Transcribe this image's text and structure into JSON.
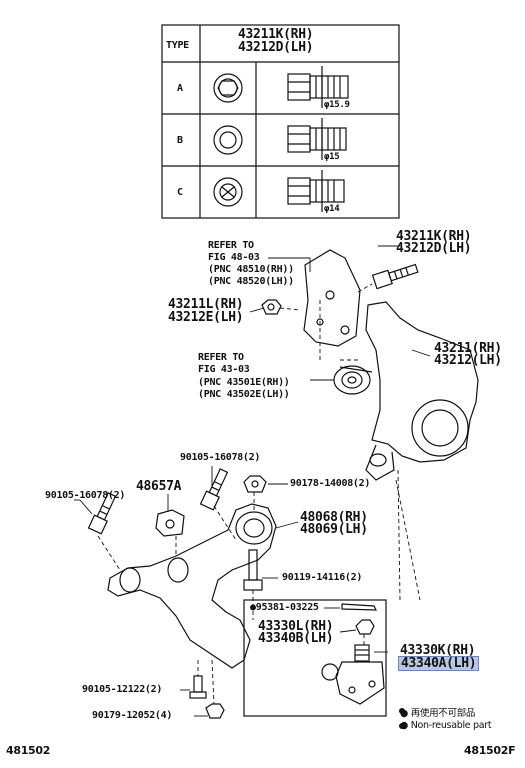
{
  "table": {
    "header_type": "TYPE",
    "header_part_rh": "43211K(RH)",
    "header_part_lh": "43212D(LH)",
    "rows": [
      {
        "type": "A",
        "dimension": "φ15.9"
      },
      {
        "type": "B",
        "dimension": "φ15"
      },
      {
        "type": "C",
        "dimension": "φ14"
      }
    ]
  },
  "callouts": {
    "refer_fig48": [
      "REFER TO",
      "FIG 48-03",
      "(PNC 48510(RH))",
      "(PNC 48520(LH))"
    ],
    "bolt_top_rh": "43211K(RH)",
    "bolt_top_lh": "43212D(LH)",
    "nut_rh": "43211L(RH)",
    "nut_lh": "43212E(LH)",
    "knuckle_rh": "43211(RH)",
    "knuckle_lh": "43212(LH)",
    "refer_fig43": [
      "REFER TO",
      "FIG 43-03",
      "(PNC 43501E(RH))",
      "(PNC 43502E(LH))"
    ],
    "p90105_16078_top": "90105-16078(2)",
    "p48657a": "48657A",
    "p90105_16078_left": "90105-16078(2)",
    "p90178": "90178-14008(2)",
    "arm_rh": "48068(RH)",
    "arm_lh": "48069(LH)",
    "p90119": "90119-14116(2)",
    "p95381": "●95381-03225",
    "ball_rh": "43330L(RH)",
    "ball_lh": "43340B(LH)",
    "ball_assy_rh": "43330K(RH)",
    "ball_assy_lh": "43340A(LH)",
    "p90105_12122": "90105-12122(2)",
    "p90179": "90179-12052(4)"
  },
  "legend": {
    "line1": "● 再使用不可部品",
    "line2": "● Non-reusable part"
  },
  "footer": {
    "left_code": "481502",
    "right_code": "481502F"
  }
}
